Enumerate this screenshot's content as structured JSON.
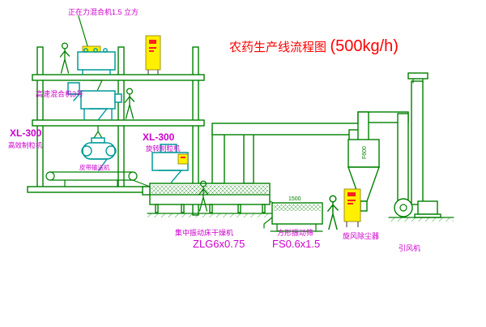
{
  "title": {
    "main": "农药生产线流程图",
    "capacity": "(500kg/h)"
  },
  "labels": {
    "top_mixer": "正在力混合机1.5 立方",
    "high_speed_mixer": "高速混合机3号",
    "granulator_left_model": "XL-300",
    "granulator_left_name": "高效制粒机",
    "granulator_right_model": "XL-300",
    "granulator_right_name": "旋转制粒机",
    "belt_conveyor": "皮带输送机",
    "dryer_name": "集中振动床干燥机",
    "dryer_model": "ZLG6x0.75",
    "sieve_name": "方形振动筛",
    "sieve_model": "FS0.6x1.5",
    "cyclone": "旋风除尘器",
    "fan": "引风机"
  },
  "dimensions": {
    "duct_diameter": "F600",
    "sieve_length": "1500"
  },
  "colors": {
    "line_green": "#008000",
    "machine_cyan": "#009a9a",
    "label_magenta": "#cc00cc",
    "title_red": "#ff0000",
    "panel_yellow": "#ffef00",
    "panel_red": "#ff2020"
  }
}
